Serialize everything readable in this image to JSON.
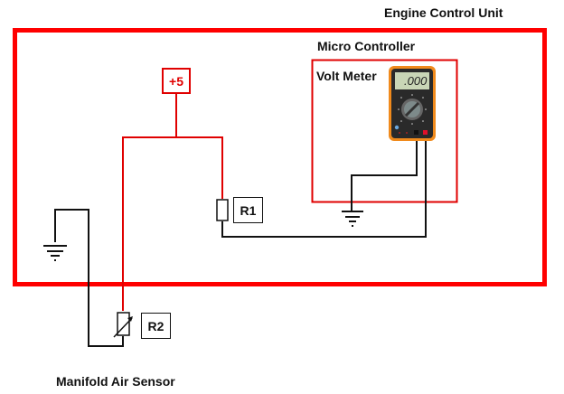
{
  "title": "Engine Control Unit",
  "labels": {
    "ecu": "Engine Control Unit",
    "micro_controller": "Micro Controller",
    "volt_meter": "Volt Meter",
    "supply": "+5",
    "r1": "R1",
    "r2": "R2",
    "sensor": "Manifold Air Sensor"
  },
  "meter": {
    "display": ".000"
  },
  "colors": {
    "ecu_border": "#ff0000",
    "power_wire": "#e00000",
    "ground_wire": "#111111",
    "meter_body": "#f08a1c",
    "meter_face": "#2a2a2a",
    "meter_screen": "#c9d6b6",
    "probe_red": "#e0102a"
  }
}
